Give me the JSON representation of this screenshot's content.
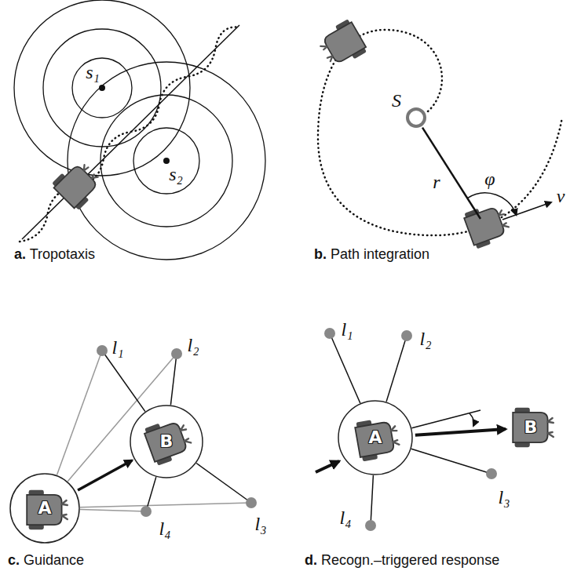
{
  "diagram": {
    "nodes": [
      {
        "text": [
          "A"
        ]
      },
      {
        "text": [
          "B"
        ]
      },
      {
        "text": [
          "A"
        ]
      },
      {
        "text": [
          "B"
        ]
      }
    ],
    "edges": [
      {
        "from": 0,
        "to": 1,
        "arrow": "to"
      },
      {
        "from": 2,
        "to": 3,
        "arrow": "to"
      }
    ],
    "labels": [
      "s₁",
      "s₂",
      "a. Tropotaxis",
      "S",
      "r",
      "φ",
      "v",
      "b. Path integration",
      "l₁",
      "l₂",
      "l₃",
      "l₄",
      "c. Guidance",
      "l₁",
      "l₂",
      "l₃",
      "l₄",
      "d. Recogn.–triggered response"
    ]
  }
}
